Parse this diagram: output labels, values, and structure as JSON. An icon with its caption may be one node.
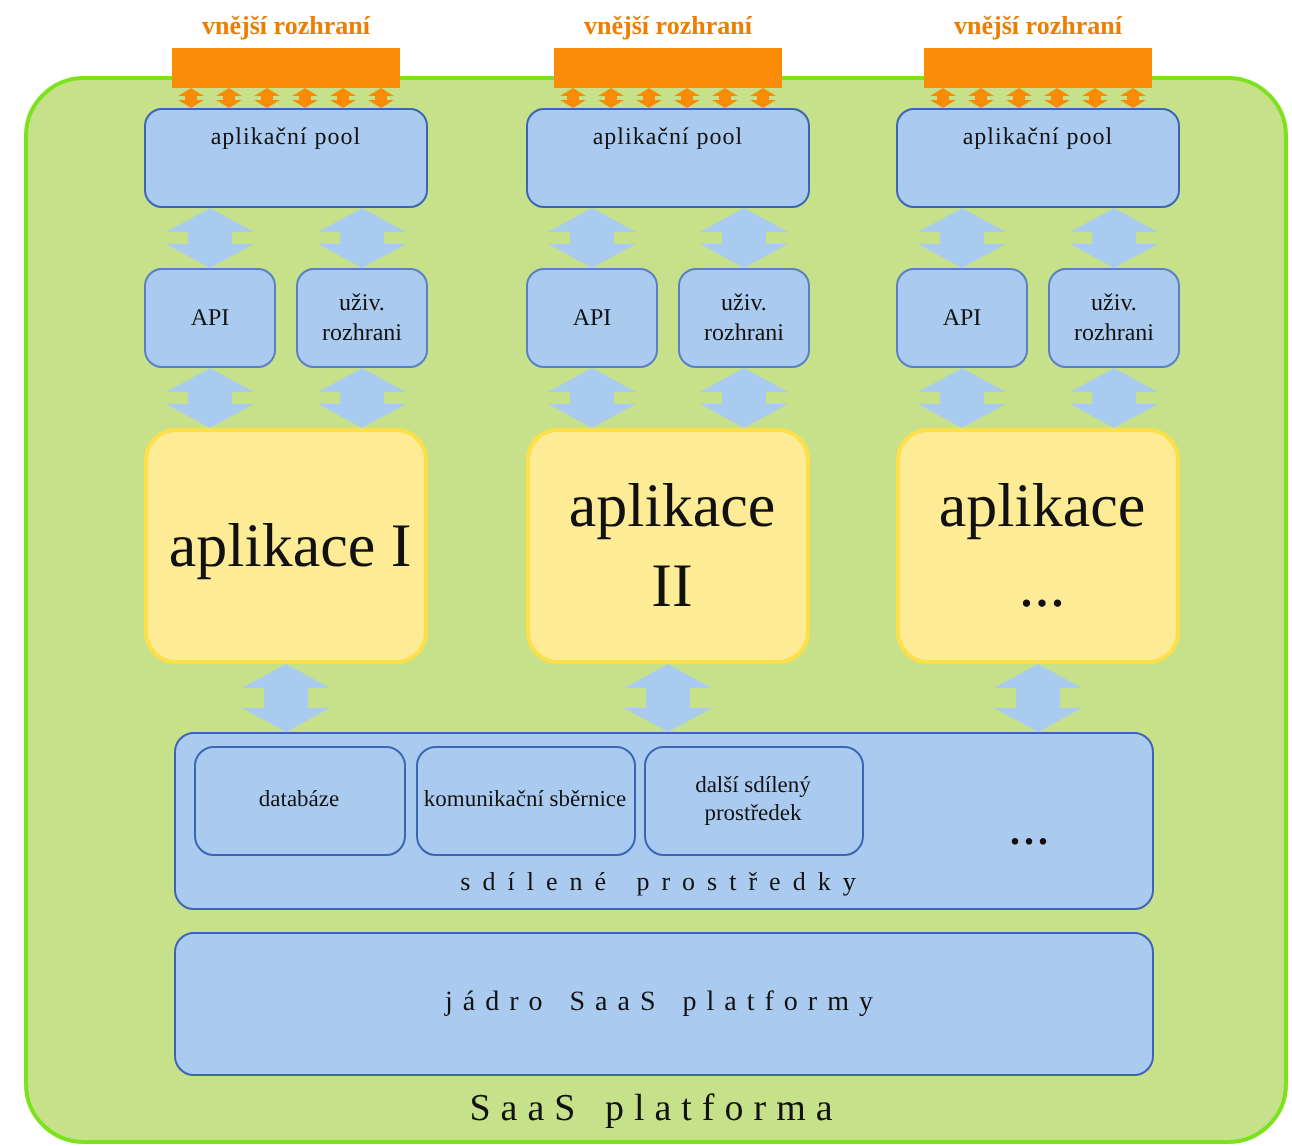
{
  "diagram": {
    "nodes": [
      {
        "text": [
          "SaaS platforma"
        ]
      },
      {
        "text": [
          "vnější rozhraní"
        ]
      },
      {
        "text": [
          "aplikační pool"
        ],
        "in": 0
      },
      {
        "text": [
          "API"
        ],
        "in": 0
      },
      {
        "text": [
          "uživ. rozhrani"
        ],
        "in": 0
      },
      {
        "text": [
          "aplikace I"
        ],
        "in": 0
      },
      {
        "text": [
          "vnější rozhraní"
        ]
      },
      {
        "text": [
          "aplikační pool"
        ],
        "in": 0
      },
      {
        "text": [
          "API"
        ],
        "in": 0
      },
      {
        "text": [
          "uživ. rozhrani"
        ],
        "in": 0
      },
      {
        "text": [
          "aplikace II"
        ],
        "in": 0
      },
      {
        "text": [
          "vnější rozhraní"
        ]
      },
      {
        "text": [
          "aplikační pool"
        ],
        "in": 0
      },
      {
        "text": [
          "API"
        ],
        "in": 0
      },
      {
        "text": [
          "uživ. rozhrani"
        ],
        "in": 0
      },
      {
        "text": [
          "aplikace ..."
        ],
        "in": 0
      },
      {
        "text": [
          "sdílené prostředky",
          "..."
        ],
        "in": 0
      },
      {
        "text": [
          "databáze"
        ],
        "in": 16
      },
      {
        "text": [
          "komunikační sběrnice"
        ],
        "in": 16
      },
      {
        "text": [
          "další sdílený prostředek"
        ],
        "in": 16
      },
      {
        "text": [
          "jádro SaaS platformy"
        ],
        "in": 0
      }
    ],
    "edges": [
      {
        "from": 1,
        "to": 2,
        "arrow": "both"
      },
      {
        "from": 1,
        "to": 2,
        "arrow": "both"
      },
      {
        "from": 1,
        "to": 2,
        "arrow": "both"
      },
      {
        "from": 1,
        "to": 2,
        "arrow": "both"
      },
      {
        "from": 1,
        "to": 2,
        "arrow": "both"
      },
      {
        "from": 1,
        "to": 2,
        "arrow": "both"
      },
      {
        "from": 6,
        "to": 7,
        "arrow": "both"
      },
      {
        "from": 6,
        "to": 7,
        "arrow": "both"
      },
      {
        "from": 6,
        "to": 7,
        "arrow": "both"
      },
      {
        "from": 6,
        "to": 7,
        "arrow": "both"
      },
      {
        "from": 6,
        "to": 7,
        "arrow": "both"
      },
      {
        "from": 6,
        "to": 7,
        "arrow": "both"
      },
      {
        "from": 11,
        "to": 12,
        "arrow": "both"
      },
      {
        "from": 11,
        "to": 12,
        "arrow": "both"
      },
      {
        "from": 11,
        "to": 12,
        "arrow": "both"
      },
      {
        "from": 11,
        "to": 12,
        "arrow": "both"
      },
      {
        "from": 11,
        "to": 12,
        "arrow": "both"
      },
      {
        "from": 11,
        "to": 12,
        "arrow": "both"
      },
      {
        "from": 2,
        "to": 3,
        "arrow": "both",
        "style": "thick",
        "color": "#a9cbef"
      },
      {
        "from": 2,
        "to": 4,
        "arrow": "both",
        "style": "thick",
        "color": "#a9cbef"
      },
      {
        "from": 3,
        "to": 5,
        "arrow": "both",
        "style": "thick",
        "color": "#a9cbef"
      },
      {
        "from": 4,
        "to": 5,
        "arrow": "both",
        "style": "thick",
        "color": "#a9cbef"
      },
      {
        "from": 5,
        "to": 16,
        "arrow": "both",
        "style": "thick",
        "color": "#a9cbef"
      },
      {
        "from": 7,
        "to": 8,
        "arrow": "both",
        "style": "thick",
        "color": "#a9cbef"
      },
      {
        "from": 7,
        "to": 9,
        "arrow": "both",
        "style": "thick",
        "color": "#a9cbef"
      },
      {
        "from": 8,
        "to": 10,
        "arrow": "both",
        "style": "thick",
        "color": "#a9cbef"
      },
      {
        "from": 9,
        "to": 10,
        "arrow": "both",
        "style": "thick",
        "color": "#a9cbef"
      },
      {
        "from": 10,
        "to": 16,
        "arrow": "both",
        "style": "thick",
        "color": "#a9cbef"
      },
      {
        "from": 12,
        "to": 13,
        "arrow": "both",
        "style": "thick",
        "color": "#a9cbef"
      },
      {
        "from": 12,
        "to": 14,
        "arrow": "both",
        "style": "thick",
        "color": "#a9cbef"
      },
      {
        "from": 13,
        "to": 15,
        "arrow": "both",
        "style": "thick",
        "color": "#a9cbef"
      },
      {
        "from": 14,
        "to": 15,
        "arrow": "both",
        "style": "thick",
        "color": "#a9cbef"
      },
      {
        "from": 15,
        "to": 16,
        "arrow": "both",
        "style": "thick",
        "color": "#a9cbef"
      }
    ]
  }
}
